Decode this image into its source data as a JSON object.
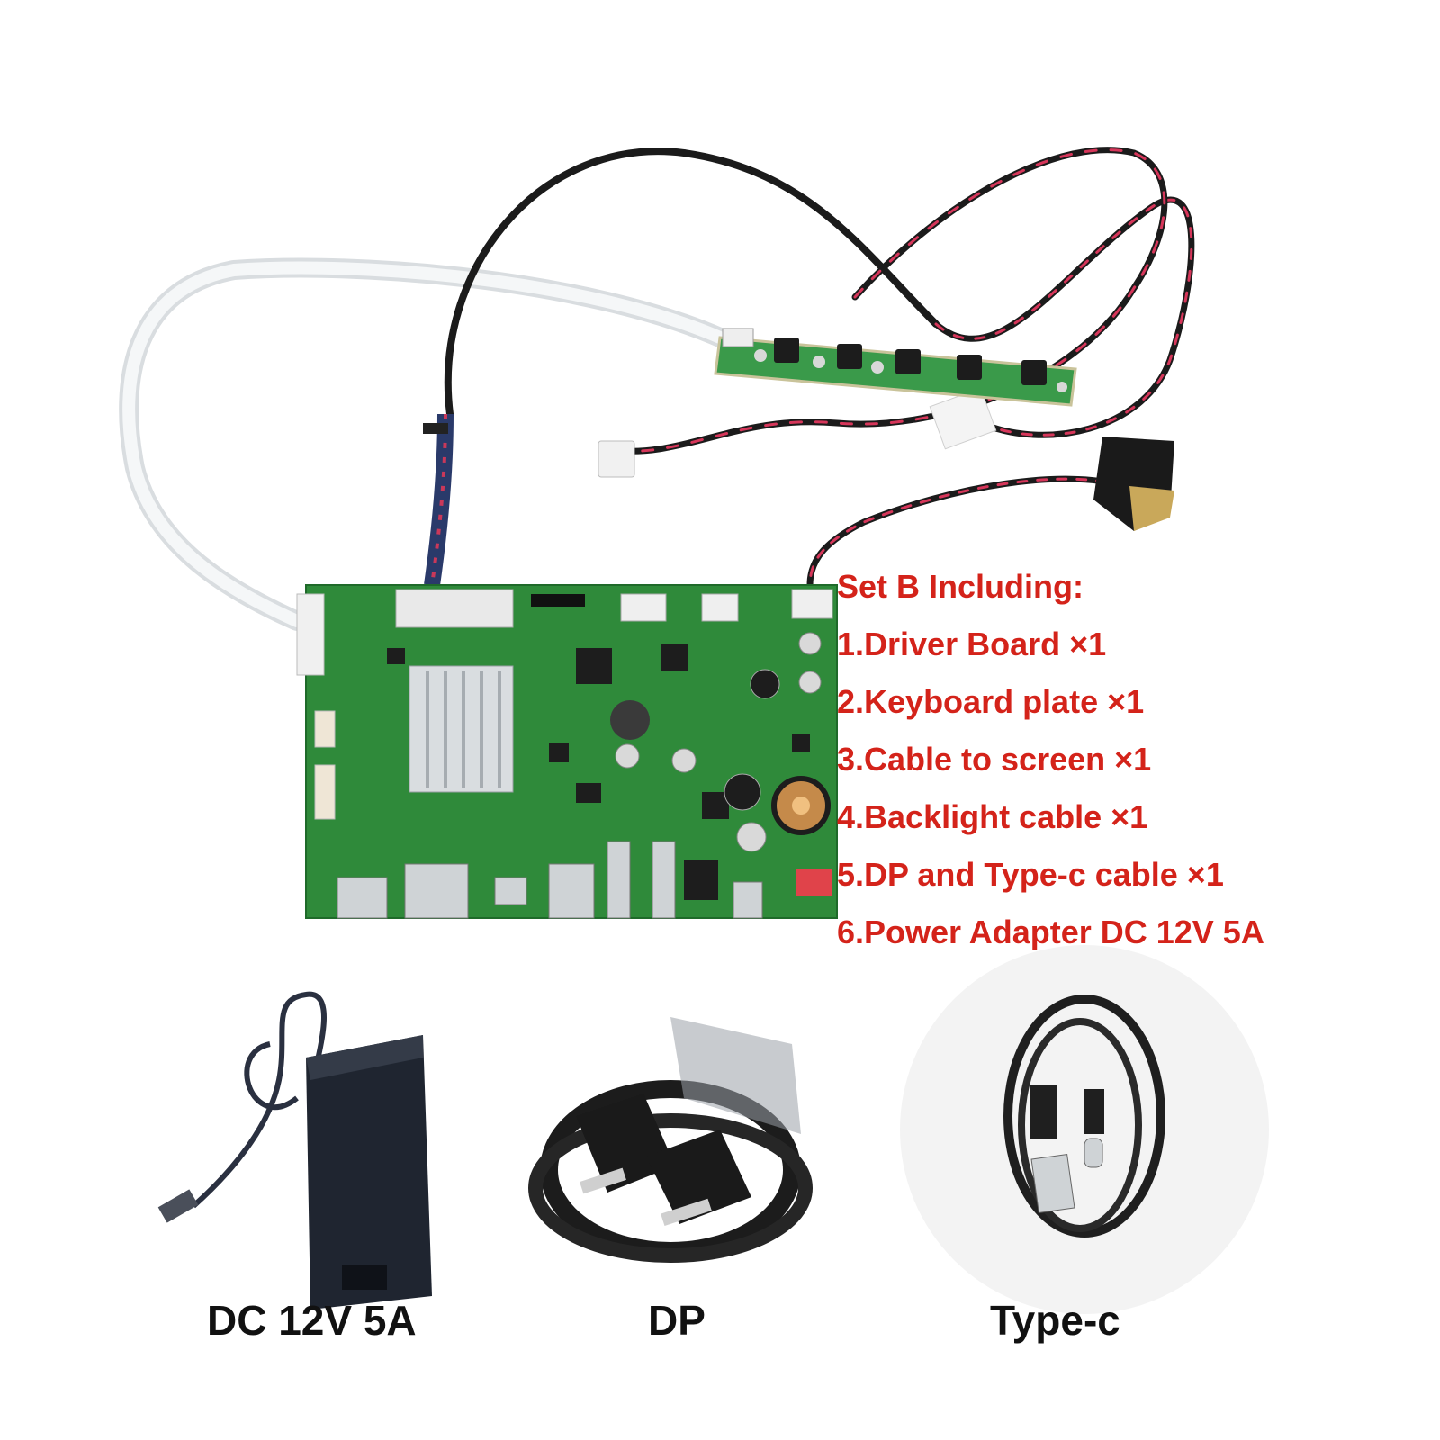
{
  "set_list": {
    "heading": "Set B Including:",
    "items": [
      "1.Driver Board ×1",
      "2.Keyboard plate ×1",
      "3.Cable to screen ×1",
      "4.Backlight cable ×1",
      "5.DP and Type-c cable ×1",
      "6.Power Adapter  DC 12V 5A"
    ]
  },
  "captions": {
    "adapter": "DC 12V 5A",
    "dp": "DP",
    "typec": "Type-c"
  },
  "colors": {
    "list_text": "#d4231a",
    "caption_text": "#111111",
    "pcb": "#2f8a3a",
    "cable": "#1b1b1b"
  }
}
